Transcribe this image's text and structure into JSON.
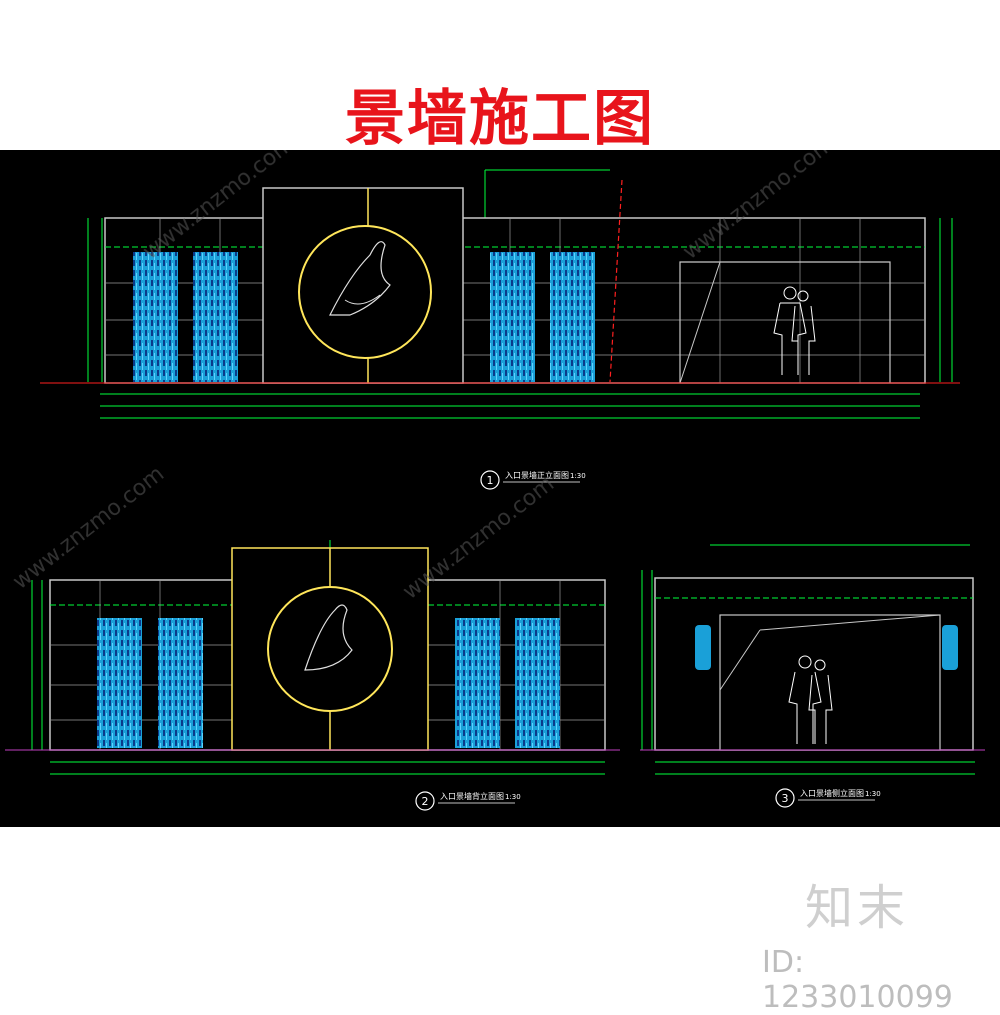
{
  "title": "景墙施工图",
  "views": [
    {
      "number": "1",
      "caption": "入口景墙正立面图",
      "scale": "1:30"
    },
    {
      "number": "2",
      "caption": "入口景墙背立面图",
      "scale": "1:30"
    },
    {
      "number": "3",
      "caption": "入口景墙侧立面图",
      "scale": "1:30"
    }
  ],
  "watermark": "www.znzmo.com",
  "logo": "知末",
  "id_text": "ID: 1233010099",
  "colors": {
    "cad_bg": "#000000",
    "dim": "#00ff3c",
    "wall": "#c8c8c8",
    "panel": "#1aa0d8",
    "accent": "#ffe65a",
    "red": "#ff2020",
    "title": "#e8141b"
  }
}
